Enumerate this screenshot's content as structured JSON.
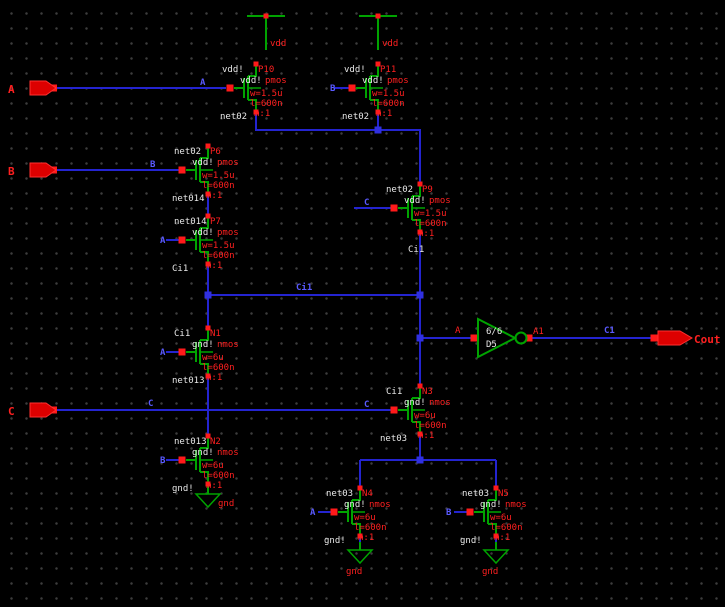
{
  "colors": {
    "background": "#000000",
    "grid_dot": "#3c3c3c",
    "wire": "#2424d0",
    "wire_label": "#5a5aff",
    "device": "#00a300",
    "instance_text": "#ff2020",
    "net_text": "#e8e8e8",
    "pin": "#dd0000"
  },
  "pins": {
    "a": "A",
    "b": "B",
    "c": "C",
    "cout": "Cout"
  },
  "power": {
    "vdd": "vdd",
    "gnd": "gnd"
  },
  "net_labels": {
    "a": "A",
    "b": "B",
    "c": "C",
    "ci1": "Ci1",
    "c1": "C1"
  },
  "inverter": {
    "name": "D5",
    "ratio": "6/6",
    "input_pin": "A",
    "output_pin": "A1"
  },
  "transistors": {
    "p10": {
      "name": "P10",
      "model": "pmos",
      "gate": "A",
      "src": "vdd!",
      "drn": "net02",
      "bulk": "vdd!",
      "w": "w=1.5u",
      "l": "l=600n",
      "m": "m:1"
    },
    "p11": {
      "name": "P11",
      "model": "pmos",
      "gate": "B",
      "src": "vdd!",
      "drn": "net02",
      "bulk": "vdd!",
      "w": "w=1.5u",
      "l": "l=600n",
      "m": "m:1"
    },
    "p6": {
      "name": "P6",
      "model": "pmos",
      "gate": "B",
      "src": "net02",
      "drn": "net014",
      "bulk": "vdd!",
      "w": "w=1.5u",
      "l": "l=600n",
      "m": "m:1"
    },
    "p7": {
      "name": "P7",
      "model": "pmos",
      "gate": "A",
      "src": "net014",
      "drn": "Ci1",
      "bulk": "vdd!",
      "w": "w=1.5u",
      "l": "l=600n",
      "m": "m:1"
    },
    "p9": {
      "name": "P9",
      "model": "pmos",
      "gate": "C",
      "src": "net02",
      "drn": "Ci1",
      "bulk": "vdd!",
      "w": "w=1.5u",
      "l": "l=600n",
      "m": "m:1"
    },
    "n1": {
      "name": "N1",
      "model": "nmos",
      "gate": "A",
      "src": "Ci1",
      "drn": "net013",
      "bulk": "gnd!",
      "w": "w=6u",
      "l": "l=600n",
      "m": "m:1"
    },
    "n2": {
      "name": "N2",
      "model": "nmos",
      "gate": "B",
      "src": "net013",
      "drn": "gnd!",
      "bulk": "gnd!",
      "w": "w=6u",
      "l": "l=600n",
      "m": "m:1"
    },
    "n3": {
      "name": "N3",
      "model": "nmos",
      "gate": "C",
      "src": "Ci1",
      "drn": "net03",
      "bulk": "gnd!",
      "w": "w=6u",
      "l": "l=600n",
      "m": "m:1"
    },
    "n4": {
      "name": "N4",
      "model": "nmos",
      "gate": "A",
      "src": "net03",
      "drn": "gnd!",
      "bulk": "gnd!",
      "w": "w=6u",
      "l": "l=600n",
      "m": "m:1"
    },
    "n5": {
      "name": "N5",
      "model": "nmos",
      "gate": "B",
      "src": "net03",
      "drn": "gnd!",
      "bulk": "gnd!",
      "w": "w=6u",
      "l": "l=600n",
      "m": "m:1"
    }
  }
}
